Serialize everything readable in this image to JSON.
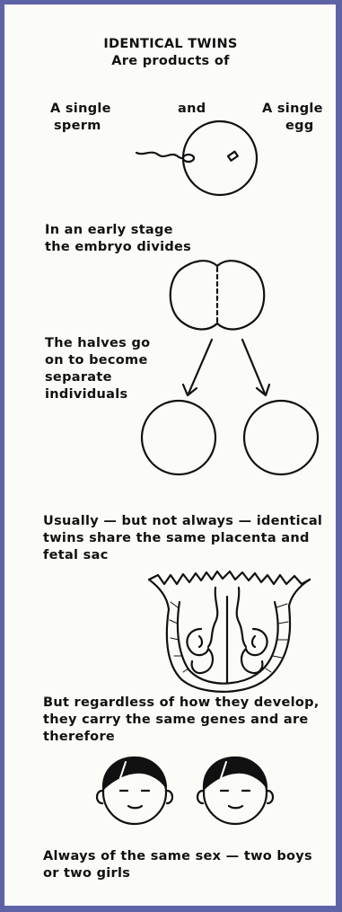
{
  "title": "IDENTICAL TWINS",
  "subtitle": "Are products of",
  "sperm_label": [
    "A single",
    "sperm"
  ],
  "and_label": "and",
  "egg_label": [
    "A single",
    "egg"
  ],
  "step_divide": [
    "In an early stage",
    "the embryo divides"
  ],
  "step_halves": [
    "The halves go",
    "on to become",
    "separate",
    "individuals"
  ],
  "step_placenta": [
    "Usually — but not always — identical",
    "twins share the same placenta and",
    "fetal sac"
  ],
  "step_genes": [
    "But regardless of how they develop,",
    "they carry the same genes and are",
    "therefore"
  ],
  "step_sex": [
    "Always of the same sex — two boys",
    "or two girls"
  ]
}
